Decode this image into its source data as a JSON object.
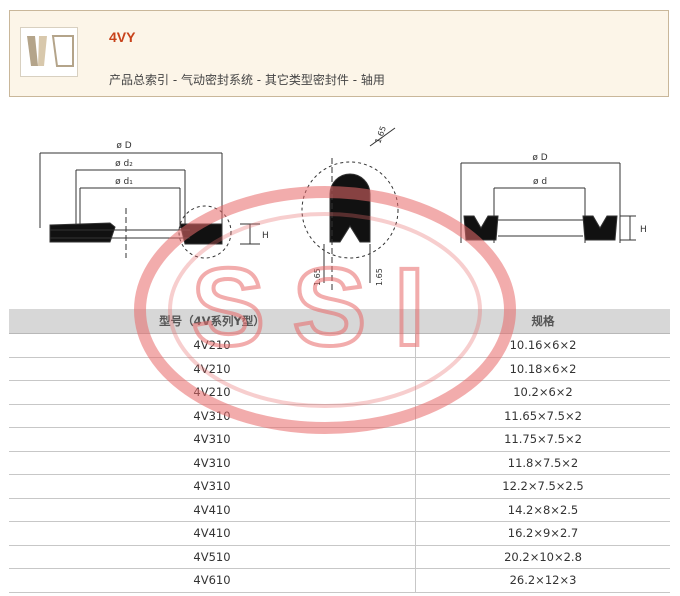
{
  "header": {
    "title": "4VY",
    "breadcrumb": "产品总索引 - 气动密封系统 - 其它类型密封件 - 轴用"
  },
  "diagrams": {
    "left": {
      "outer_dia": "ø D",
      "mid_dia": "ø d₂",
      "inner_dia": "ø d₁",
      "height": "H"
    },
    "center": {
      "top_label": "1.65",
      "bottom_left": "1.65",
      "bottom_right": "1.65"
    },
    "right": {
      "outer_dia": "ø D",
      "inner_dia": "ø d",
      "height": "H"
    }
  },
  "watermark": {
    "text": "SSI",
    "color": "#e86a6a"
  },
  "table": {
    "headers": [
      "型号（4V系列Y型）",
      "规格"
    ],
    "rows": [
      [
        "4V210",
        "10.16×6×2"
      ],
      [
        "4V210",
        "10.18×6×2"
      ],
      [
        "4V210",
        "10.2×6×2"
      ],
      [
        "4V310",
        "11.65×7.5×2"
      ],
      [
        "4V310",
        "11.75×7.5×2"
      ],
      [
        "4V310",
        "11.8×7.5×2"
      ],
      [
        "4V310",
        "12.2×7.5×2.5"
      ],
      [
        "4V410",
        "14.2×8×2.5"
      ],
      [
        "4V410",
        "16.2×9×2.7"
      ],
      [
        "4V510",
        "20.2×10×2.8"
      ],
      [
        "4V610",
        "26.2×12×3"
      ]
    ]
  }
}
